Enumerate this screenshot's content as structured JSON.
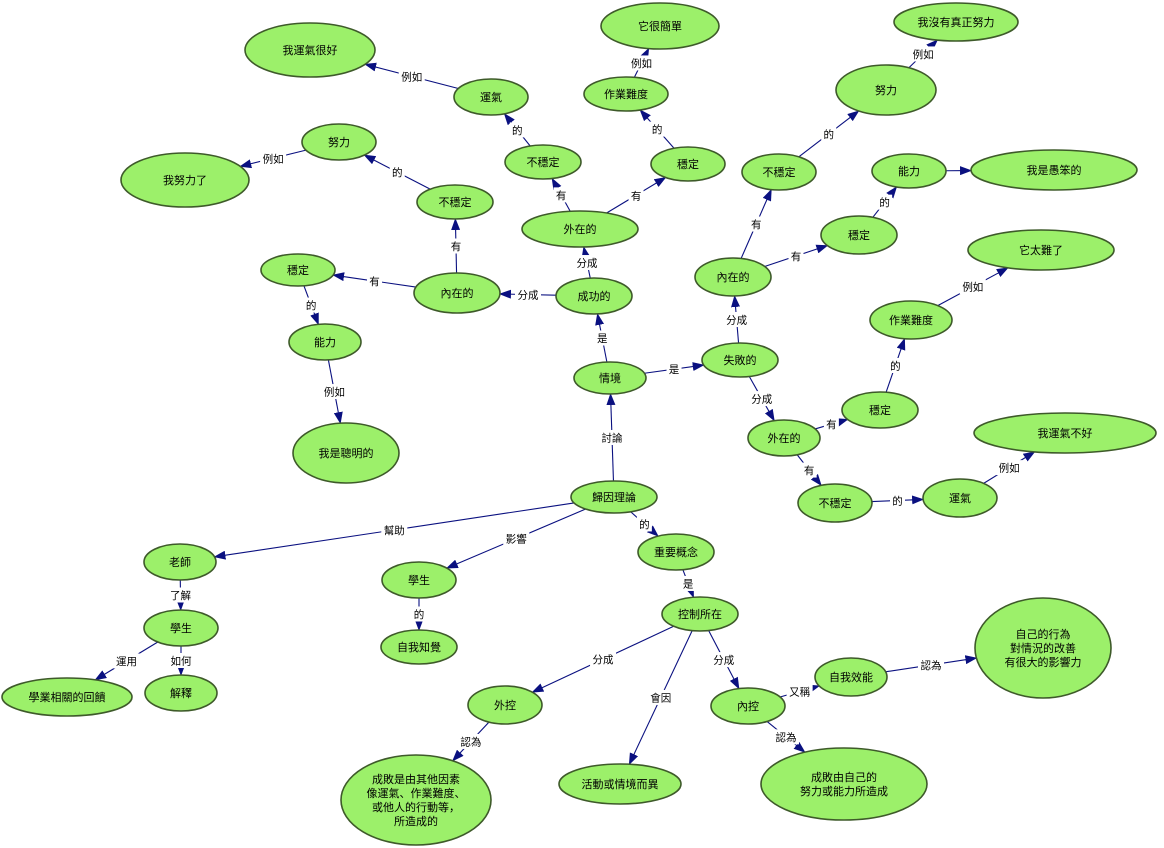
{
  "nodes": [
    {
      "id": "attr",
      "lines": [
        "歸因理論"
      ]
    },
    {
      "id": "situ",
      "lines": [
        "情境"
      ]
    },
    {
      "id": "succ",
      "lines": [
        "成功的"
      ]
    },
    {
      "id": "fail",
      "lines": [
        "失敗的"
      ]
    },
    {
      "id": "s_int",
      "lines": [
        "內在的"
      ]
    },
    {
      "id": "s_ext",
      "lines": [
        "外在的"
      ]
    },
    {
      "id": "si_stable",
      "lines": [
        "穩定"
      ]
    },
    {
      "id": "si_ability",
      "lines": [
        "能力"
      ]
    },
    {
      "id": "si_smart",
      "lines": [
        "我是聰明的"
      ]
    },
    {
      "id": "si_unstable",
      "lines": [
        "不穩定"
      ]
    },
    {
      "id": "si_effort",
      "lines": [
        "努力"
      ]
    },
    {
      "id": "si_tried",
      "lines": [
        "我努力了"
      ]
    },
    {
      "id": "se_unstable",
      "lines": [
        "不穩定"
      ]
    },
    {
      "id": "se_luck",
      "lines": [
        "運氣"
      ]
    },
    {
      "id": "se_goodluck",
      "lines": [
        "我運氣很好"
      ]
    },
    {
      "id": "se_stable",
      "lines": [
        "穩定"
      ]
    },
    {
      "id": "se_diff",
      "lines": [
        "作業難度"
      ]
    },
    {
      "id": "se_simple",
      "lines": [
        "它很簡單"
      ]
    },
    {
      "id": "f_int",
      "lines": [
        "內在的"
      ]
    },
    {
      "id": "fi_unstable",
      "lines": [
        "不穩定"
      ]
    },
    {
      "id": "fi_effort",
      "lines": [
        "努力"
      ]
    },
    {
      "id": "fi_noeffort",
      "lines": [
        "我沒有真正努力"
      ]
    },
    {
      "id": "fi_stable",
      "lines": [
        "穩定"
      ]
    },
    {
      "id": "fi_ability",
      "lines": [
        "能力"
      ]
    },
    {
      "id": "fi_stupid",
      "lines": [
        "我是愚笨的"
      ]
    },
    {
      "id": "f_ext",
      "lines": [
        "外在的"
      ]
    },
    {
      "id": "fe_stable",
      "lines": [
        "穩定"
      ]
    },
    {
      "id": "fe_diff",
      "lines": [
        "作業難度"
      ]
    },
    {
      "id": "fe_hard",
      "lines": [
        "它太難了"
      ]
    },
    {
      "id": "fe_unstable",
      "lines": [
        "不穩定"
      ]
    },
    {
      "id": "fe_luck",
      "lines": [
        "運氣"
      ]
    },
    {
      "id": "fe_badluck",
      "lines": [
        "我運氣不好"
      ]
    },
    {
      "id": "teacher",
      "lines": [
        "老師"
      ]
    },
    {
      "id": "t_student",
      "lines": [
        "學生"
      ]
    },
    {
      "id": "feedback",
      "lines": [
        "學業相關的回饋"
      ]
    },
    {
      "id": "explain",
      "lines": [
        "解釋"
      ]
    },
    {
      "id": "student",
      "lines": [
        "學生"
      ]
    },
    {
      "id": "selfcon",
      "lines": [
        "自我知覺"
      ]
    },
    {
      "id": "concept",
      "lines": [
        "重要概念"
      ]
    },
    {
      "id": "locus",
      "lines": [
        "控制所在"
      ]
    },
    {
      "id": "external",
      "lines": [
        "外控"
      ]
    },
    {
      "id": "ext_desc",
      "lines": [
        "成敗是由其他因素",
        "像運氣、作業難度、",
        "或他人的行動等，",
        "所造成的"
      ]
    },
    {
      "id": "activity",
      "lines": [
        "活動或情境而異"
      ]
    },
    {
      "id": "internal",
      "lines": [
        "內控"
      ]
    },
    {
      "id": "int_desc",
      "lines": [
        "成敗由自己的",
        "努力或能力所造成"
      ]
    },
    {
      "id": "efficacy",
      "lines": [
        "自我效能"
      ]
    },
    {
      "id": "eff_desc",
      "lines": [
        "自己的行為",
        "對情況的改善",
        "有很大的影響力"
      ]
    }
  ],
  "edges": [
    {
      "from": "attr",
      "to": "situ",
      "label": "討論"
    },
    {
      "from": "situ",
      "to": "succ",
      "label": "是"
    },
    {
      "from": "situ",
      "to": "fail",
      "label": "是"
    },
    {
      "from": "succ",
      "to": "s_int",
      "label": "分成"
    },
    {
      "from": "succ",
      "to": "s_ext",
      "label": "分成"
    },
    {
      "from": "s_int",
      "to": "si_stable",
      "label": "有"
    },
    {
      "from": "si_stable",
      "to": "si_ability",
      "label": "的"
    },
    {
      "from": "si_ability",
      "to": "si_smart",
      "label": "例如"
    },
    {
      "from": "s_int",
      "to": "si_unstable",
      "label": "有"
    },
    {
      "from": "si_unstable",
      "to": "si_effort",
      "label": "的"
    },
    {
      "from": "si_effort",
      "to": "si_tried",
      "label": "例如"
    },
    {
      "from": "s_ext",
      "to": "se_unstable",
      "label": "有"
    },
    {
      "from": "se_unstable",
      "to": "se_luck",
      "label": "的"
    },
    {
      "from": "se_luck",
      "to": "se_goodluck",
      "label": "例如"
    },
    {
      "from": "s_ext",
      "to": "se_stable",
      "label": "有"
    },
    {
      "from": "se_stable",
      "to": "se_diff",
      "label": "的"
    },
    {
      "from": "se_diff",
      "to": "se_simple",
      "label": "例如"
    },
    {
      "from": "fail",
      "to": "f_int",
      "label": "分成"
    },
    {
      "from": "fail",
      "to": "f_ext",
      "label": "分成"
    },
    {
      "from": "f_int",
      "to": "fi_unstable",
      "label": "有"
    },
    {
      "from": "fi_unstable",
      "to": "fi_effort",
      "label": "的"
    },
    {
      "from": "fi_effort",
      "to": "fi_noeffort",
      "label": "例如"
    },
    {
      "from": "f_int",
      "to": "fi_stable",
      "label": "有"
    },
    {
      "from": "fi_stable",
      "to": "fi_ability",
      "label": "的"
    },
    {
      "from": "fi_ability",
      "to": "fi_stupid",
      "label": ""
    },
    {
      "from": "f_ext",
      "to": "fe_stable",
      "label": "有"
    },
    {
      "from": "fe_stable",
      "to": "fe_diff",
      "label": "的"
    },
    {
      "from": "fe_diff",
      "to": "fe_hard",
      "label": "例如"
    },
    {
      "from": "f_ext",
      "to": "fe_unstable",
      "label": "有"
    },
    {
      "from": "fe_unstable",
      "to": "fe_luck",
      "label": "的"
    },
    {
      "from": "fe_luck",
      "to": "fe_badluck",
      "label": "例如"
    },
    {
      "from": "attr",
      "to": "teacher",
      "label": "幫助"
    },
    {
      "from": "teacher",
      "to": "t_student",
      "label": "了解"
    },
    {
      "from": "t_student",
      "to": "feedback",
      "label": "運用"
    },
    {
      "from": "t_student",
      "to": "explain",
      "label": "如何"
    },
    {
      "from": "attr",
      "to": "student",
      "label": "影響"
    },
    {
      "from": "student",
      "to": "selfcon",
      "label": "的"
    },
    {
      "from": "attr",
      "to": "concept",
      "label": "的"
    },
    {
      "from": "concept",
      "to": "locus",
      "label": "是"
    },
    {
      "from": "locus",
      "to": "external",
      "label": "分成"
    },
    {
      "from": "external",
      "to": "ext_desc",
      "label": "認為"
    },
    {
      "from": "locus",
      "to": "activity",
      "label": "會因"
    },
    {
      "from": "locus",
      "to": "internal",
      "label": "分成"
    },
    {
      "from": "internal",
      "to": "int_desc",
      "label": "認為"
    },
    {
      "from": "internal",
      "to": "efficacy",
      "label": "又稱"
    },
    {
      "from": "efficacy",
      "to": "eff_desc",
      "label": "認為"
    }
  ]
}
